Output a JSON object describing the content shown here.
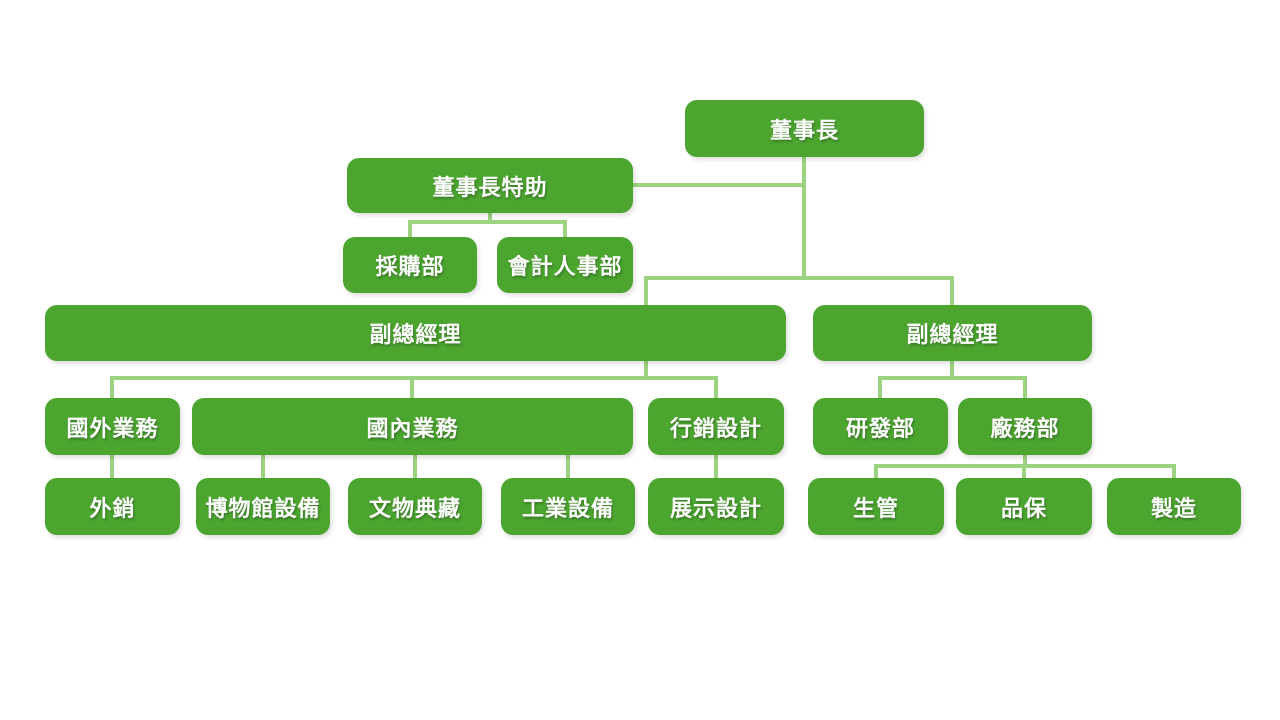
{
  "colors": {
    "node_fill": "#4BA52F",
    "connector": "#9CD37E",
    "node_text": "#FFFFFF",
    "background": "#FFFFFF"
  },
  "nodes": {
    "chairman": {
      "label": "董事長",
      "parent": null
    },
    "assistant": {
      "label": "董事長特助",
      "parent": "chairman"
    },
    "purchasing": {
      "label": "採購部",
      "parent": "assistant"
    },
    "accounting": {
      "label": "會計人事部",
      "parent": "assistant"
    },
    "vp_left": {
      "label": "副總經理",
      "parent": "chairman"
    },
    "vp_right": {
      "label": "副總經理",
      "parent": "chairman"
    },
    "foreign": {
      "label": "國外業務",
      "parent": "vp_left"
    },
    "domestic": {
      "label": "國內業務",
      "parent": "vp_left"
    },
    "marketing": {
      "label": "行銷設計",
      "parent": "vp_left"
    },
    "rd": {
      "label": "研發部",
      "parent": "vp_right"
    },
    "factory": {
      "label": "廠務部",
      "parent": "vp_right"
    },
    "export": {
      "label": "外銷",
      "parent": "foreign"
    },
    "museum": {
      "label": "博物館設備",
      "parent": "domestic"
    },
    "artifact": {
      "label": "文物典藏",
      "parent": "domestic"
    },
    "industrial": {
      "label": "工業設備",
      "parent": "domestic"
    },
    "exhibition": {
      "label": "展示設計",
      "parent": "marketing"
    },
    "prodmgmt": {
      "label": "生管",
      "parent": "factory"
    },
    "qa": {
      "label": "品保",
      "parent": "factory"
    },
    "mfg": {
      "label": "製造",
      "parent": "factory"
    }
  }
}
